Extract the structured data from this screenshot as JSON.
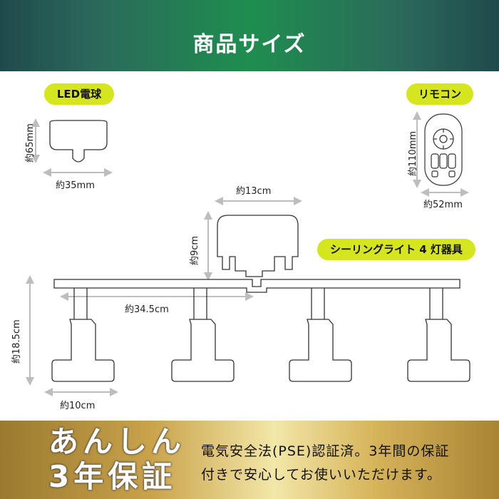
{
  "header": {
    "title": "商品サイズ"
  },
  "labels": {
    "led_bulb": "LED電球",
    "remote": "リモコン",
    "fixture": "シーリングライト 4 灯器具"
  },
  "dimensions": {
    "bulb_height": "約65mm",
    "bulb_width": "約35mm",
    "remote_height": "約110mm",
    "remote_width": "約52mm",
    "base_width": "約13cm",
    "base_height": "約9cm",
    "bar_length": "約34.5cm",
    "total_height": "約18.5cm",
    "shade_width": "約10cm"
  },
  "footer": {
    "line1": "あんしん",
    "line2": "3年保証",
    "desc1": "電気安全法(PSE)認証済。3年間の保証",
    "desc2": "付きで安心してお使いいただけます。"
  },
  "colors": {
    "accent": "#d6e61e",
    "header_green": "#1e8e4e",
    "footer_gold": "#c9a24a"
  }
}
